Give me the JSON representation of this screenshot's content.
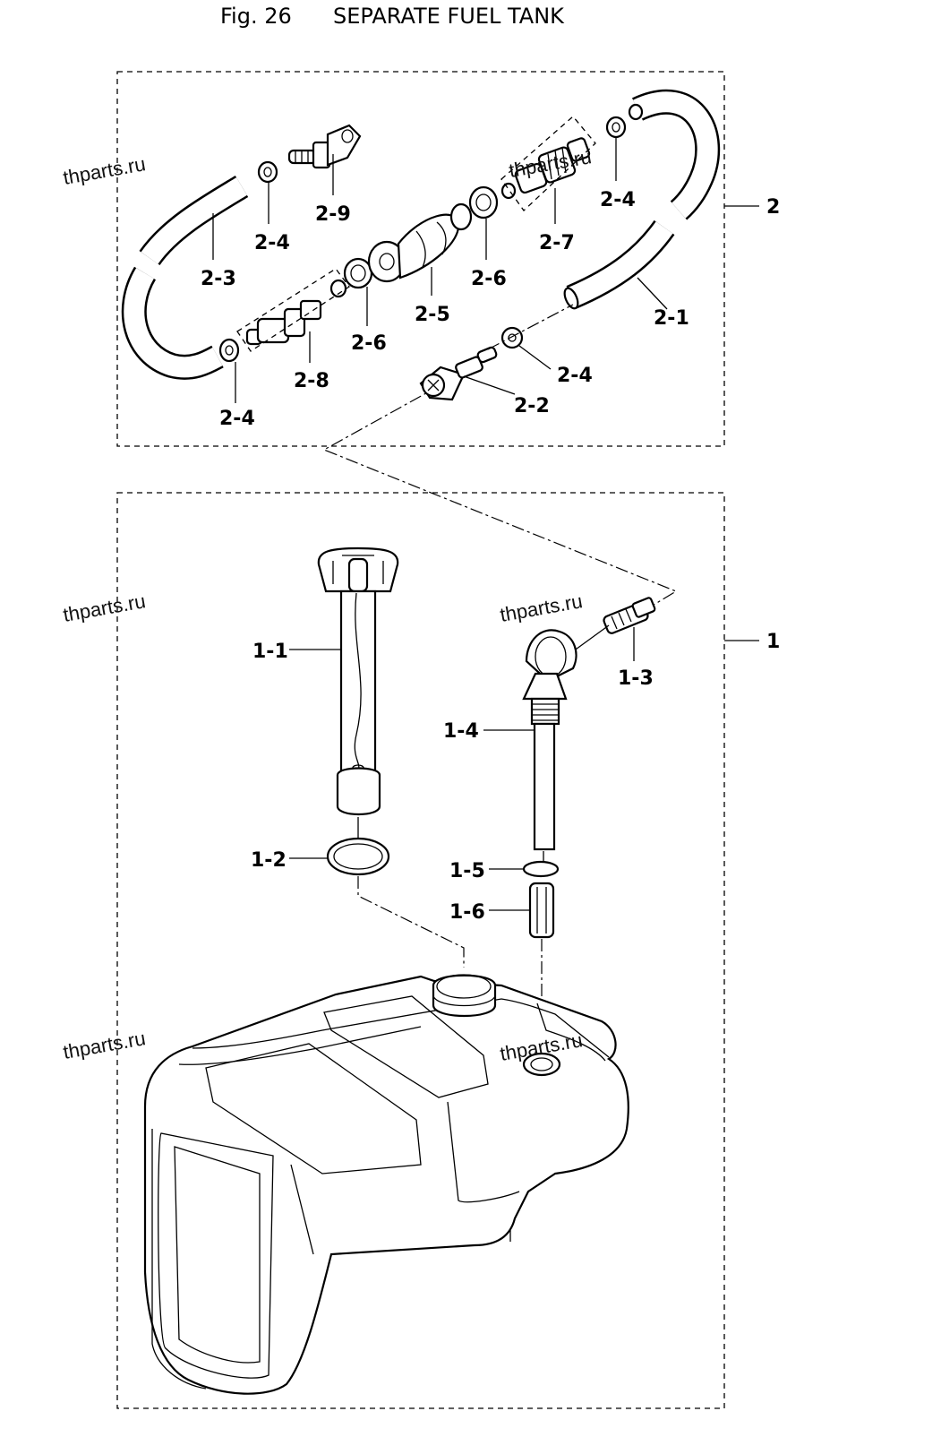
{
  "figure": {
    "number": "Fig. 26",
    "title": "SEPARATE FUEL TANK"
  },
  "assemblies": [
    {
      "id": "2",
      "label": "2"
    },
    {
      "id": "1",
      "label": "1"
    }
  ],
  "parts": {
    "p2_1": "2-1",
    "p2_2": "2-2",
    "p2_3": "2-3",
    "p2_4a": "2-4",
    "p2_4b": "2-4",
    "p2_4c": "2-4",
    "p2_4d": "2-4",
    "p2_5": "2-5",
    "p2_6a": "2-6",
    "p2_6b": "2-6",
    "p2_7": "2-7",
    "p2_8": "2-8",
    "p2_9": "2-9",
    "p1_1": "1-1",
    "p1_2": "1-2",
    "p1_3": "1-3",
    "p1_4": "1-4",
    "p1_5": "1-5",
    "p1_6": "1-6"
  },
  "watermark": "thparts.ru"
}
